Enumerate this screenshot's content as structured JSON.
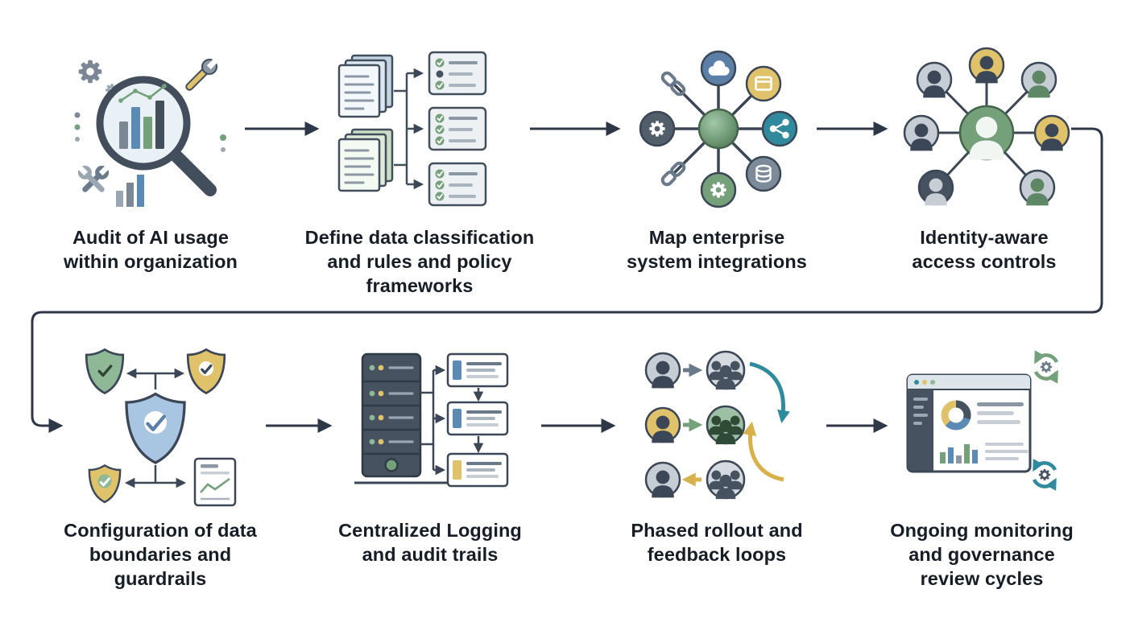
{
  "diagram": {
    "type": "process-flowchart",
    "rows": 2,
    "steps_per_row": 4,
    "flow_order": "1 > 2 > 3 > 4 > wrap-around > 5 > 6 > 7 > 8"
  },
  "colors": {
    "background": "#ffffff",
    "text": "#161d27",
    "arrow": "#2d3748",
    "outline": "#3b4656",
    "green": "#74a07a",
    "yellow": "#e0c26a",
    "teal": "#2f8a9e",
    "blue": "#5b7fa6",
    "slate": "#6b7a8a"
  },
  "steps": [
    {
      "index": 1,
      "icon": "audit-magnifier-icon",
      "caption": "Audit of AI usage\nwithin organization"
    },
    {
      "index": 2,
      "icon": "documents-classification-icon",
      "caption": "Define data classification\nand rules and policy\nframeworks"
    },
    {
      "index": 3,
      "icon": "integration-hub-icon",
      "caption": "Map enterprise\nsystem integrations"
    },
    {
      "index": 4,
      "icon": "identity-network-icon",
      "caption": "Identity-aware\naccess controls"
    },
    {
      "index": 5,
      "icon": "shield-guardrails-icon",
      "caption": "Configuration of data\nboundaries and\nguardrails"
    },
    {
      "index": 6,
      "icon": "server-logging-icon",
      "caption": "Centralized Logging\nand audit trails"
    },
    {
      "index": 7,
      "icon": "phased-rollout-icon",
      "caption": "Phased rollout and\nfeedback loops"
    },
    {
      "index": 8,
      "icon": "monitoring-dashboard-icon",
      "caption": "Ongoing monitoring\nand governance\nreview cycles"
    }
  ]
}
